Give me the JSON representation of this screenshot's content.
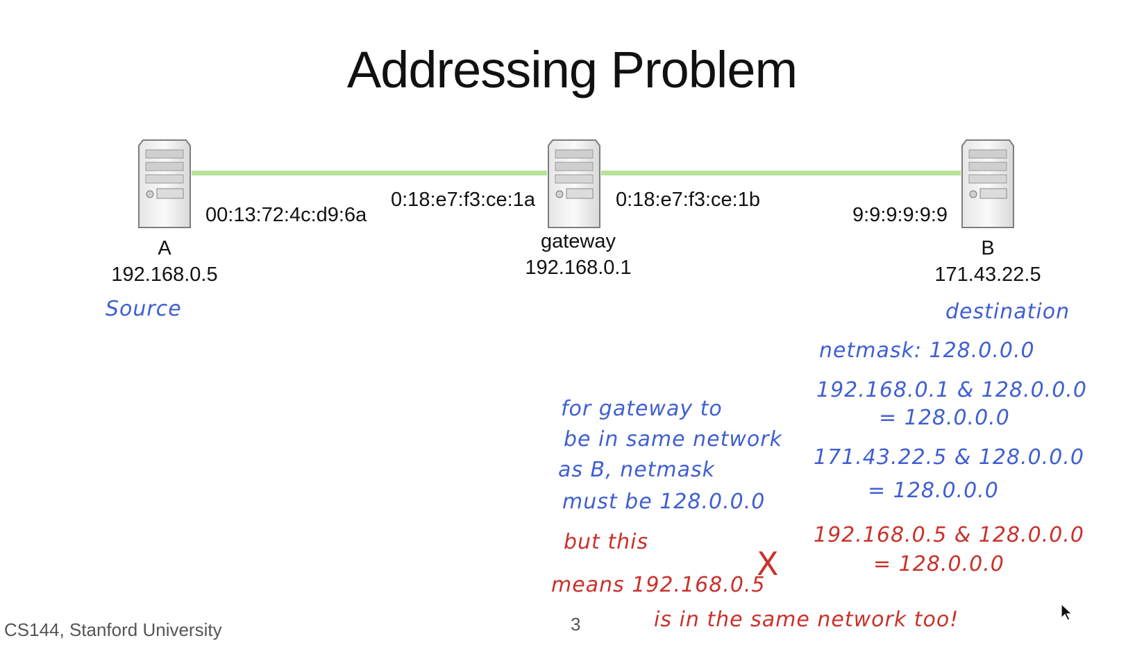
{
  "title": "Addressing Problem",
  "nodes": {
    "a": {
      "name": "A",
      "ip": "192.168.0.5",
      "mac": "00:13:72:4c:d9:6a"
    },
    "gateway": {
      "name": "gateway",
      "ip": "192.168.0.1",
      "mac_left": "0:18:e7:f3:ce:1a",
      "mac_right": "0:18:e7:f3:ce:1b"
    },
    "b": {
      "name": "B",
      "ip": "171.43.22.5",
      "mac": "9:9:9:9:9:9"
    }
  },
  "annotations": {
    "source": "Source",
    "destination": "destination",
    "netmask": "netmask: 128.0.0.0",
    "calc1": "192.168.0.1 & 128.0.0.0",
    "calc1_result": "= 128.0.0.0",
    "calc2": "171.43.22.5 & 128.0.0.0",
    "calc2_result": "= 128.0.0.0",
    "note_lines": [
      "for gateway to",
      "be in same network",
      "as B, netmask",
      "must be 128.0.0.0"
    ],
    "but_this": "but this",
    "means": "means 192.168.0.5",
    "same_network": "is in the same network too!",
    "cross_mark": "X",
    "calc3": "192.168.0.5 & 128.0.0.0",
    "calc3_result": "= 128.0.0.0"
  },
  "colors": {
    "link": "#b6e29a",
    "ink_blue": "#3f5fd1",
    "ink_red": "#c9312b"
  },
  "icons": [
    "server-icon",
    "mouse-pointer-icon"
  ],
  "footer": {
    "course": "CS144, Stanford University",
    "page": "3"
  }
}
